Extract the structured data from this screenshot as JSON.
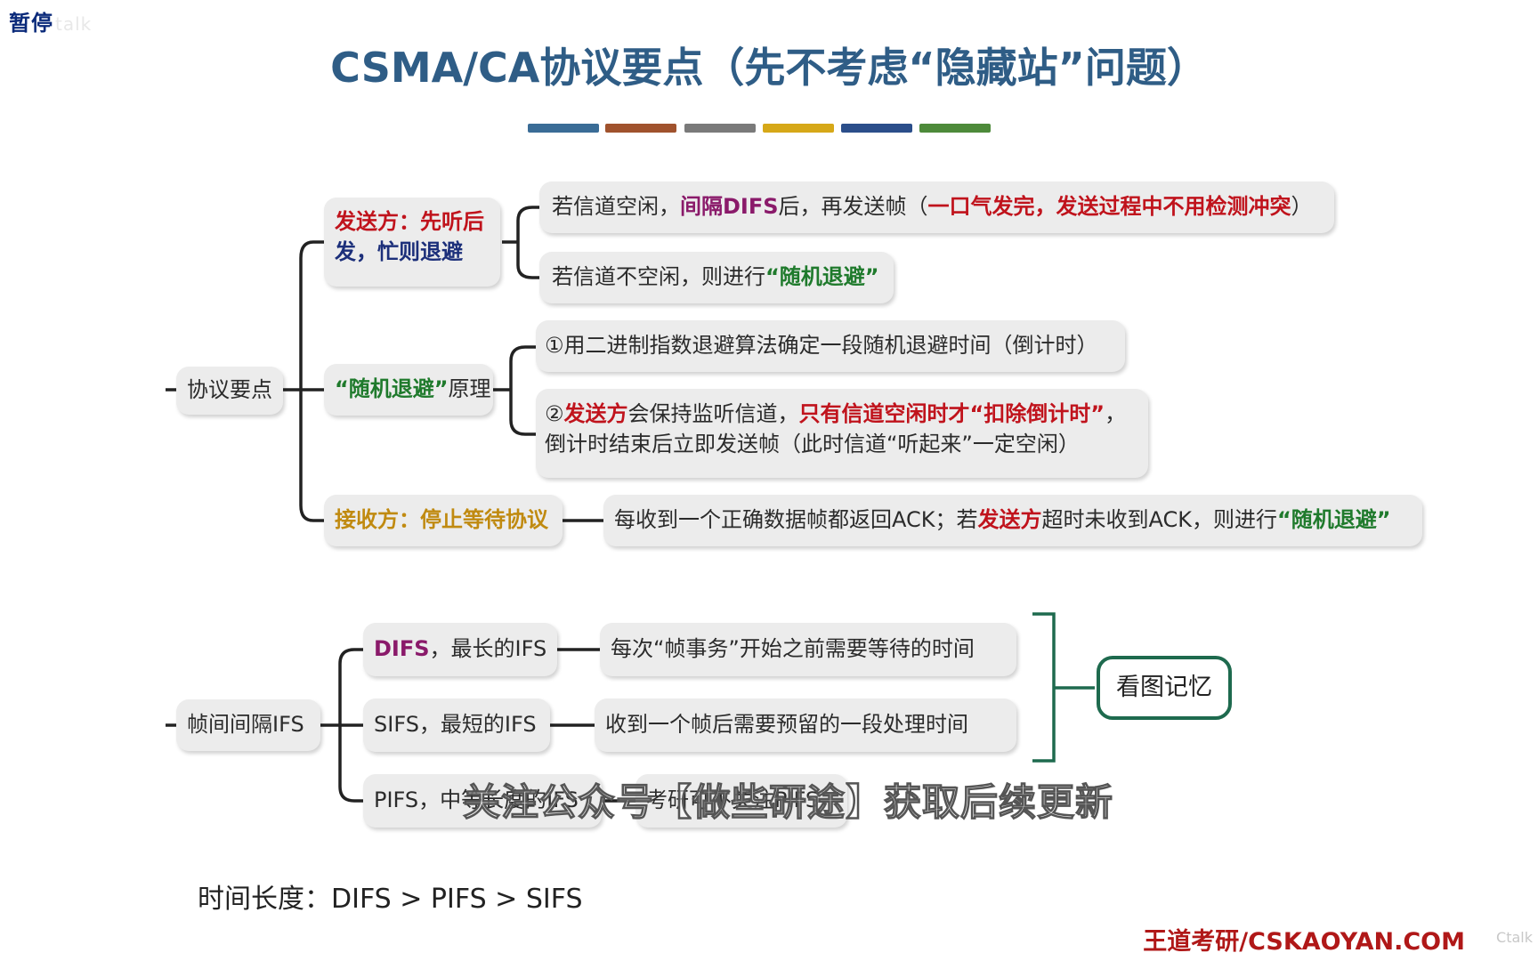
{
  "overlay": {
    "pause_label": "暂停",
    "ghost_text": "talk"
  },
  "title": "CSMA/CA协议要点（先不考虑“隐藏站”问题）",
  "colors": {
    "bars": [
      "#3a6c96",
      "#a0522d",
      "#7a7a7a",
      "#d6a818",
      "#2b4e8a",
      "#4d8a3a"
    ]
  },
  "protocol": {
    "root": "协议要点",
    "sender": {
      "line1": "发送方：先听后",
      "line2": "发，忙则退避"
    },
    "sender_idle": {
      "pre": "若信道空闲，",
      "highlight": "间隔DIFS",
      "mid": "后，再发送帧（",
      "red": "一口气发完，发送过程中不用检测冲突",
      "post": "）"
    },
    "sender_busy": {
      "pre": "若信道不空闲，则进行",
      "green": "“随机退避”"
    },
    "backoff": {
      "green": "“随机退避”",
      "tail": "原理"
    },
    "backoff_1": "①用二进制指数退避算法确定一段随机退避时间（倒计时）",
    "backoff_2": {
      "pre": "②",
      "red1": "发送方",
      "mid": "会保持监听信道，",
      "red2": "只有信道空闲时才“扣除倒计时”",
      "post": "，",
      "line2": "倒计时结束后立即发送帧（此时信道“听起来”一定空闲）"
    },
    "receiver": "接收方：停止等待协议",
    "receiver_detail": {
      "pre": "每收到一个正确数据帧都返回ACK；若",
      "red": "发送方",
      "mid": "超时未收到ACK，则进行",
      "green": "“随机退避”"
    }
  },
  "ifs": {
    "root": "帧间间隔IFS",
    "difs": {
      "name": "DIFS",
      "label": "，最长的IFS",
      "desc": "每次“帧事务”开始之前需要等待的时间"
    },
    "sifs": {
      "label": "SIFS，最短的IFS",
      "desc": "收到一个帧后需要预留的一段处理时间"
    },
    "pifs": {
      "label": "PIFS，中等长度的IFS",
      "desc": "考研可不关注PIFS"
    },
    "memo": "看图记忆"
  },
  "timeline": "时间长度：DIFS > PIFS > SIFS",
  "subtitle": "关注公众号【做些研途】获取后续更新",
  "brand": "王道考研/CSKAOYAN.COM",
  "watermark": "Ctalk"
}
